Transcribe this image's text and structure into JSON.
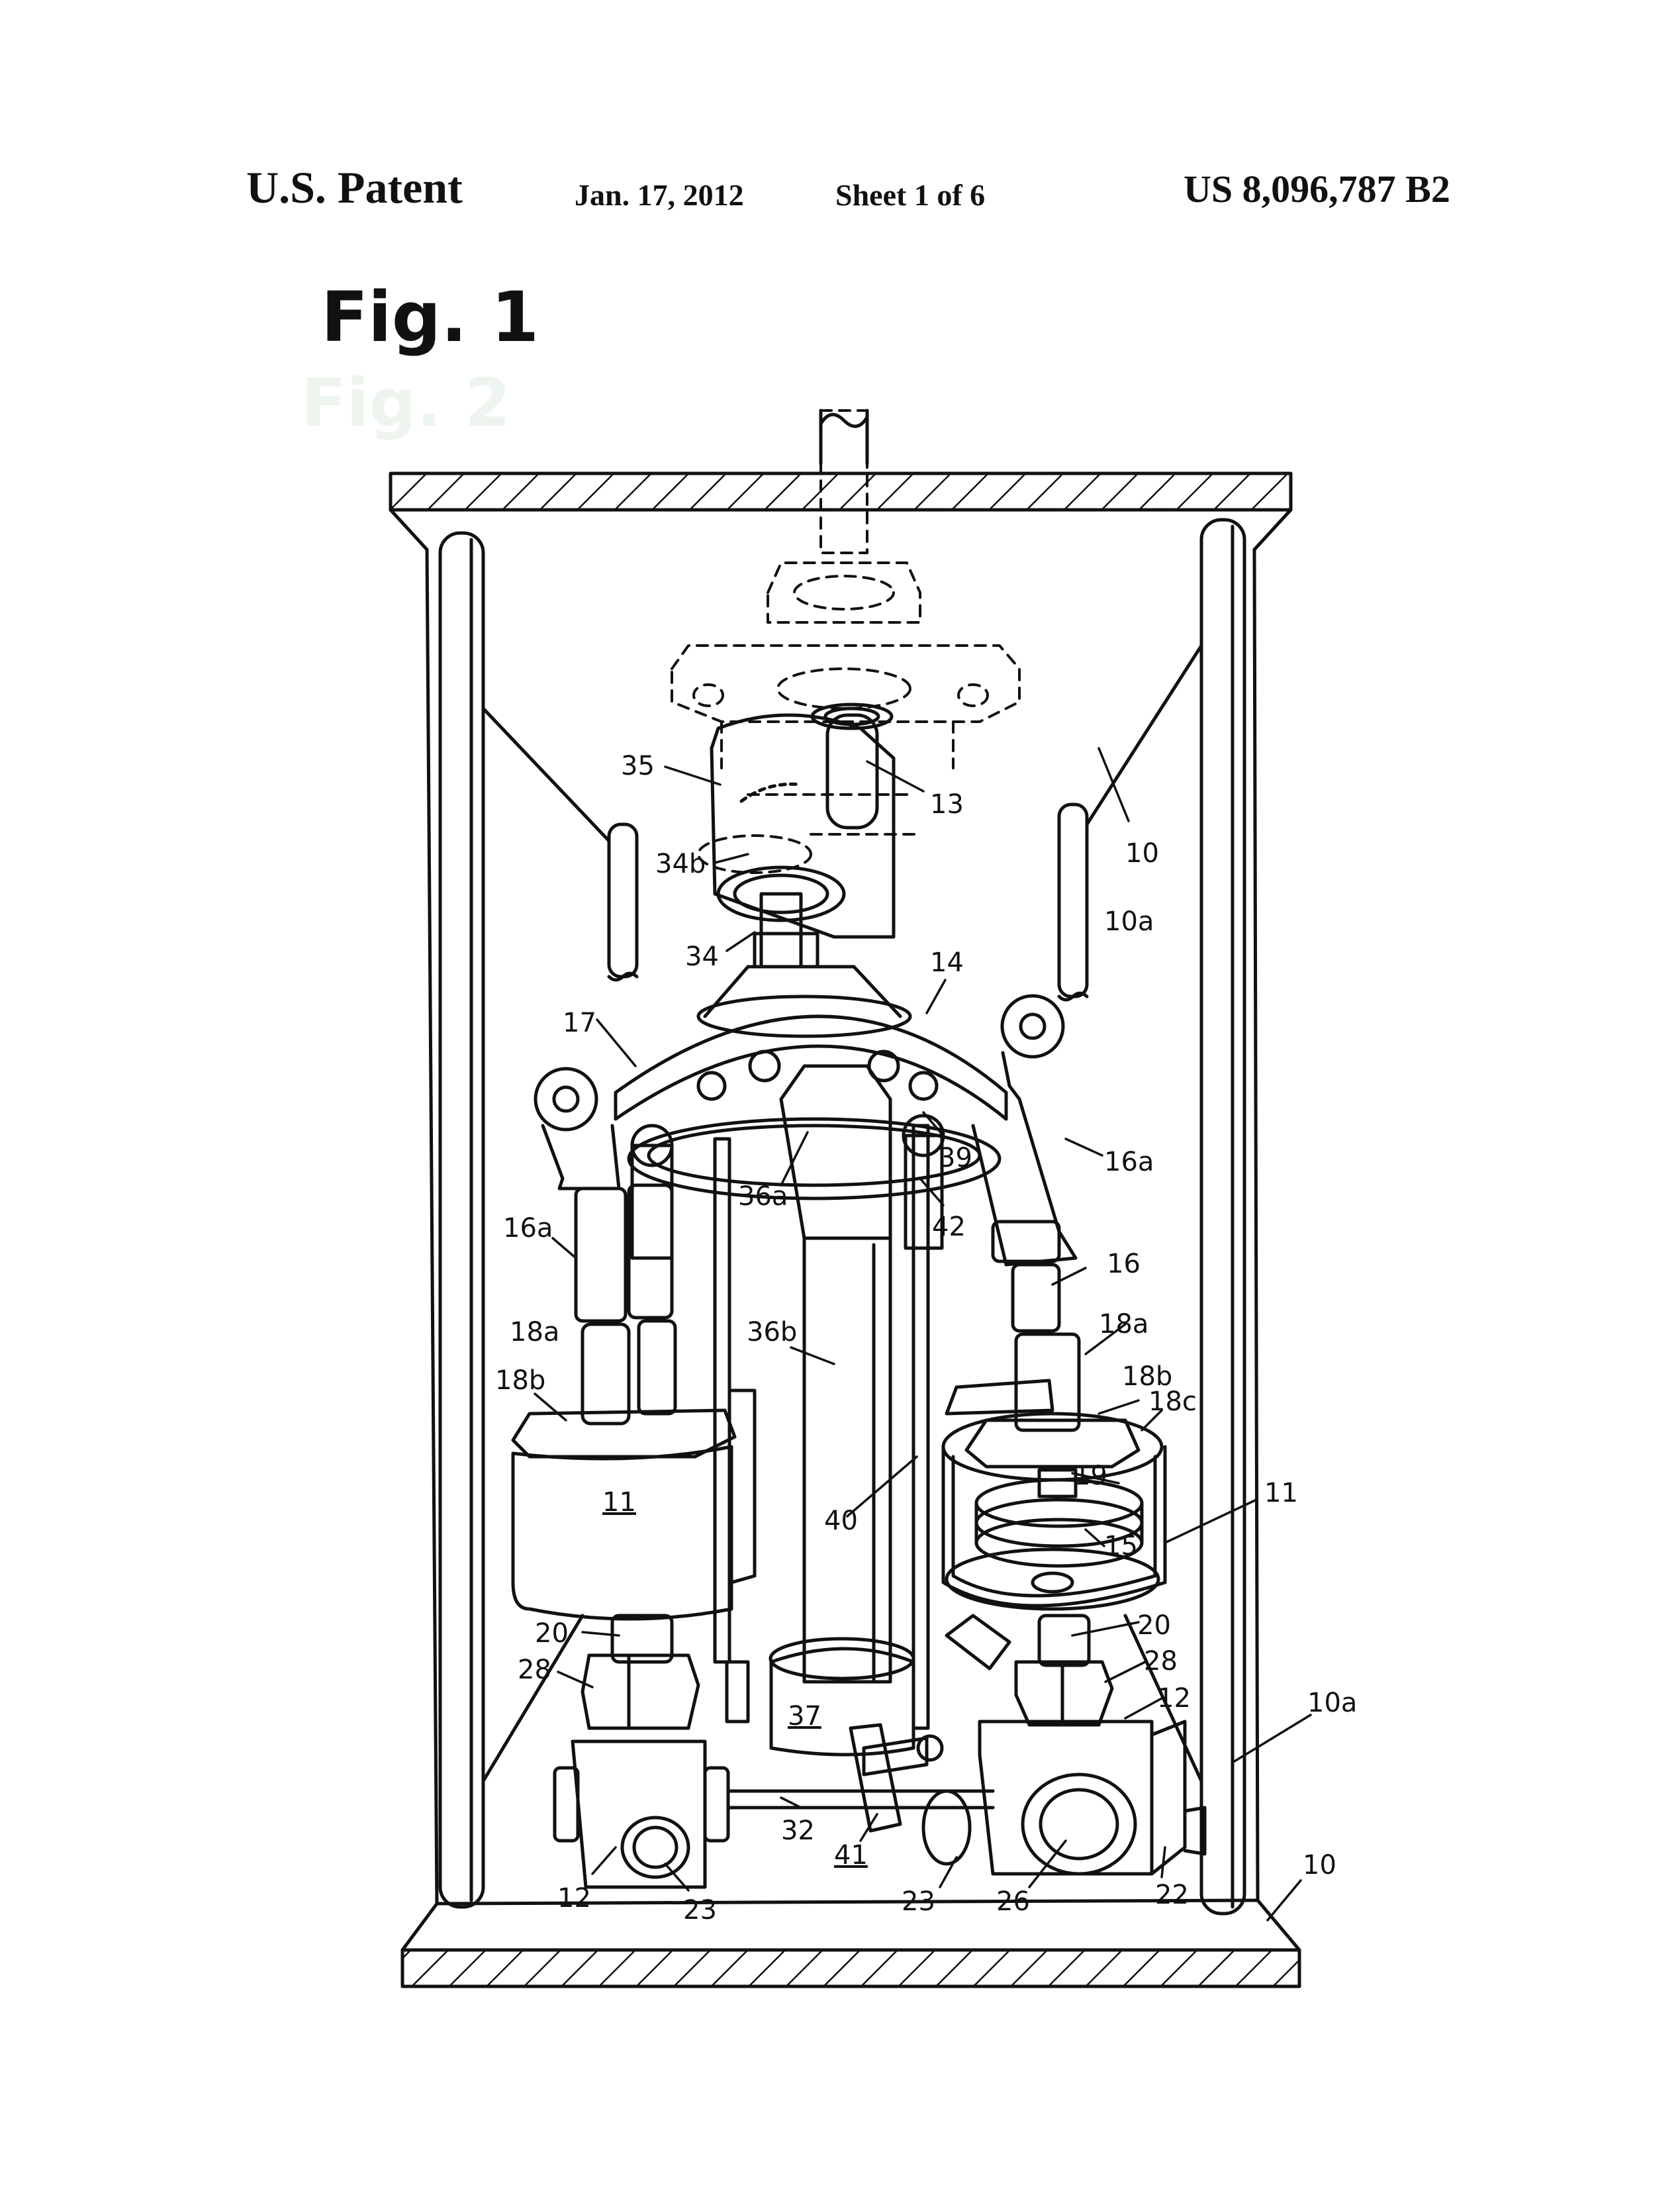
{
  "header": {
    "patent_label": "U.S. Patent",
    "date": "Jan. 17, 2012",
    "sheet": "Sheet 1 of 6",
    "patent_number": "US 8,096,787 B2"
  },
  "figure": {
    "title": "Fig. 1",
    "ghost_title": "Fig. 2",
    "labels": {
      "l35": "35",
      "l13": "13",
      "l34b": "34b",
      "l10_top": "10",
      "l10a_top": "10a",
      "l34": "34",
      "l14": "14",
      "l17": "17",
      "l16a_right": "16a",
      "l39": "39",
      "l36a": "36a",
      "l42": "42",
      "l16a_left": "16a",
      "l16": "16",
      "l18a_left": "18a",
      "l36b": "36b",
      "l18a_right": "18a",
      "l18b_left": "18b",
      "l18b_right": "18b",
      "l18c": "18c",
      "l11_left": "11",
      "l19": "19",
      "l40": "40",
      "l11_right": "11",
      "l15": "15",
      "l20_left": "20",
      "l20_right": "20",
      "l28_left": "28",
      "l28_right": "28",
      "l12_right": "12",
      "l37": "37",
      "l10a_bottom": "10a",
      "l32": "32",
      "l41": "41",
      "l12_left": "12",
      "l23_left": "23",
      "l23_mid": "23",
      "l26": "26",
      "l22": "22",
      "l10_bottom": "10"
    }
  }
}
